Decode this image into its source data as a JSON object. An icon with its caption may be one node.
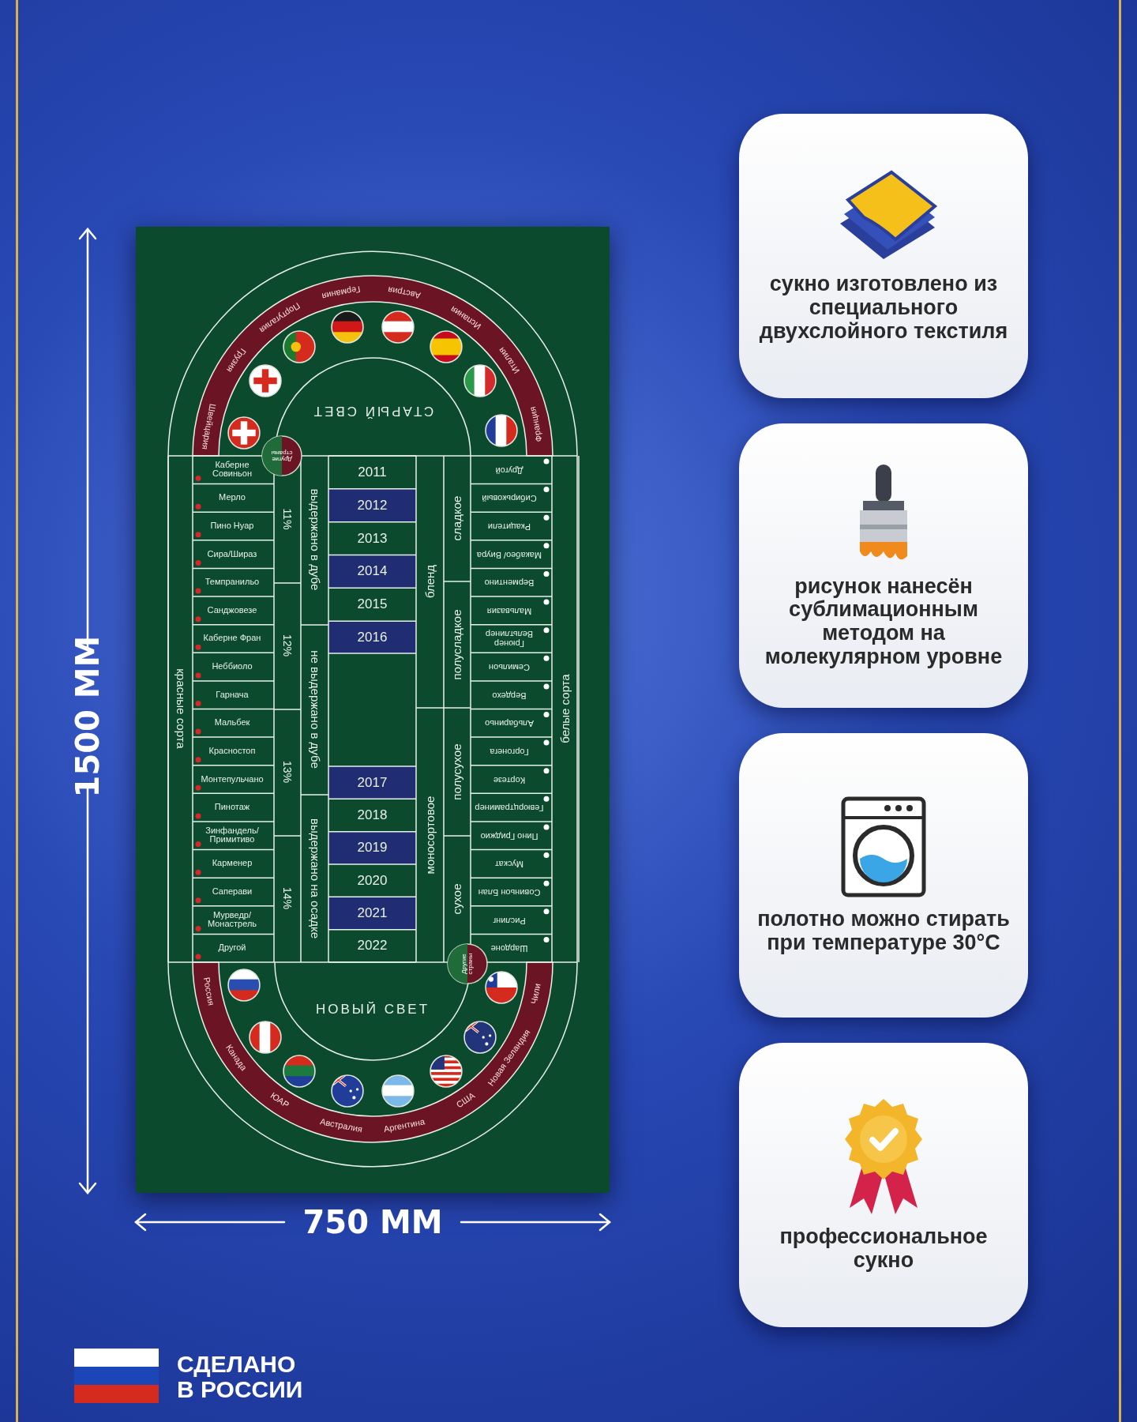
{
  "diagram": {
    "nodes": [
      {
        "text": [
          "сукно изготовлено из специального двухслойного текстиля"
        ]
      },
      {
        "text": [
          "рисунок нанесён сублимационным методом на молекулярном уровне"
        ]
      },
      {
        "text": [
          "полотно можно стирать при температуре 30°C"
        ]
      },
      {
        "text": [
          "профессиональное сукно"
        ]
      }
    ],
    "labels": [
      "1500 ММ",
      "СТАРЫЙ СВЕТ",
      "Швейцария",
      "Грузия",
      "Португалия",
      "Германия",
      "Австрия",
      "Испания",
      "Италия",
      "Франция",
      "Другие страны",
      "Каберне Совиньон",
      "Мерло",
      "Пино Нуар",
      "Сира/Шираз",
      "Темпранильо",
      "Санджовезе",
      "Каберне Фран",
      "Неббиоло",
      "Гарнача",
      "Мальбек",
      "Красностоп",
      "Монтепульчано",
      "Пинотаж",
      "Зинфандель/ Примитиво",
      "Карменер",
      "Саперави",
      "Мурведр/ Монастрель",
      "Другой",
      "11%",
      "12%",
      "13%",
      "14%",
      "красные сорта",
      "выдержано в дубе",
      "не выдержано в дубе",
      "выдержано на осадке",
      "2011",
      "2012",
      "2013",
      "2014",
      "2015",
      "2016",
      "2017",
      "2018",
      "2019",
      "2020",
      "2021",
      "2022",
      "бленд",
      "моносортовое",
      "сладкое",
      "полусладкое",
      "полусухое",
      "сухое",
      "Другой",
      "Сибирьковый",
      "Ркацители",
      "Макабео/ Виура",
      "Верментино",
      "Мальвазия",
      "Грюнер Вельтлинер",
      "Семильон",
      "Вердехо",
      "Альбариньо",
      "Горгонега",
      "Кортезе",
      "Гевюрцтраминер",
      "Пино Гриджио",
      "Мускат",
      "Совиньон Блан",
      "Рислинг",
      "Шардоне",
      "белые сорта",
      "Другие страны",
      "НОВЫЙ СВЕТ",
      "Россия",
      "Канада",
      "ЮАР",
      "Австралия",
      "Аргентина",
      "США",
      "Новая Зеландия",
      "Чили",
      "750 ММ",
      "СДЕЛАНО В РОССИИ"
    ]
  }
}
